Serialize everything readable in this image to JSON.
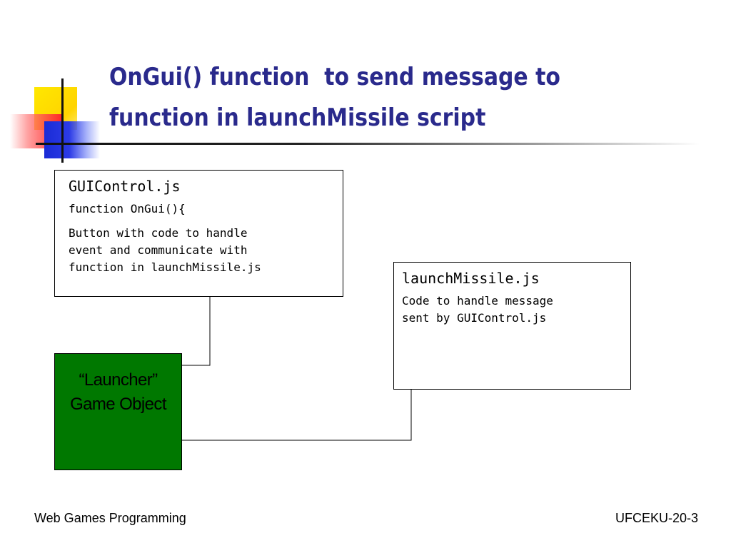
{
  "slide": {
    "title_line1": "OnGui() function  to send message to",
    "title_line2": "function in launchMissile script",
    "title_color": "#2a2a8c"
  },
  "gui_control_box": {
    "heading": "GUIControl.js",
    "line1": "function OnGui(){",
    "line2": "Button with code to handle\nevent and communicate with\nfunction in launchMissile.js"
  },
  "launch_missile_box": {
    "heading": "launchMissile.js",
    "line1": "Code to handle message\nsent by GUIControl.js"
  },
  "game_object": {
    "line1": "“Launcher”",
    "line2": "Game Object",
    "fill_color": "#007800"
  },
  "footer": {
    "left": "Web Games Programming",
    "right": "UFCEKU-20-3"
  },
  "decoration": {
    "logo_colors": [
      "#ffd400",
      "#ff2a2a",
      "#1a2bd6"
    ]
  }
}
